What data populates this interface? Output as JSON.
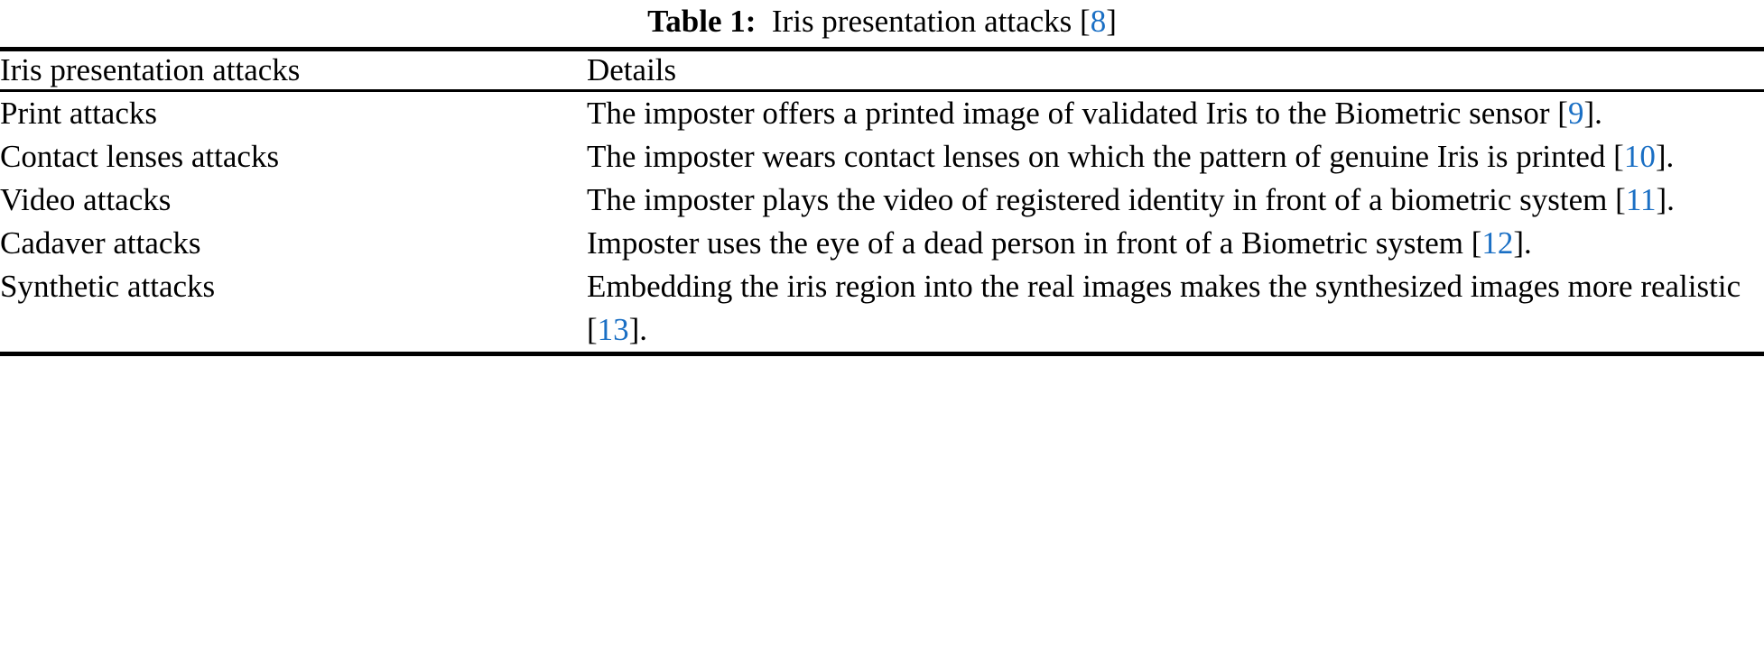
{
  "caption": {
    "label": "Table 1:",
    "text": "Iris presentation attacks",
    "citation_open": "[",
    "citation_number": "8",
    "citation_close": "]"
  },
  "table": {
    "columns": [
      "Iris presentation attacks",
      "Details"
    ],
    "rows": [
      {
        "attack": "Print attacks",
        "detail_before": "The imposter offers a printed image of validated Iris to the Biometric sensor [",
        "detail_citation": "9",
        "detail_after": "]."
      },
      {
        "attack": "Contact lenses attacks",
        "detail_before": "The imposter wears contact lenses on which the pattern of genuine Iris is printed [",
        "detail_citation": "10",
        "detail_after": "]."
      },
      {
        "attack": "Video attacks",
        "detail_before": "The imposter plays the video of registered identity in front of a biometric system [",
        "detail_citation": "11",
        "detail_after": "]."
      },
      {
        "attack": "Cadaver attacks",
        "detail_before": "Imposter uses the eye of a dead person in front of a Biometric system [",
        "detail_citation": "12",
        "detail_after": "]."
      },
      {
        "attack": "Synthetic attacks",
        "detail_before": "Embedding the iris region into the real images makes the synthesized images more realistic [",
        "detail_citation": "13",
        "detail_after": "]."
      }
    ]
  },
  "colors": {
    "citation_blue": "#1a6fc4",
    "rule_black": "#000000",
    "page_background": "#ffffff"
  }
}
